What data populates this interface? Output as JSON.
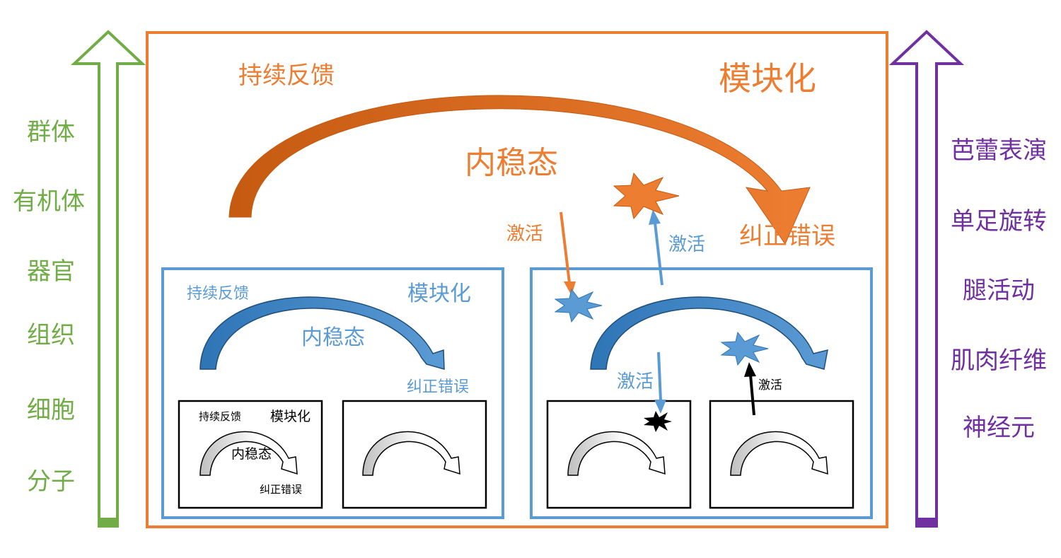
{
  "colors": {
    "orange": "#ed7d31",
    "blue": "#5b9bd5",
    "green": "#70ad47",
    "purple": "#7030a0",
    "black": "#000000"
  },
  "left_scale": {
    "items": [
      "群体",
      "有机体",
      "器官",
      "组织",
      "细胞",
      "分子"
    ]
  },
  "right_scale": {
    "items": [
      "芭蕾表演",
      "单足旋转",
      "腿活动",
      "肌肉纤维",
      "神经元"
    ]
  },
  "level1": {
    "feedback": "持续反馈",
    "modularity": "模块化",
    "homeostasis": "内稳态",
    "error_correction": "纠正错误"
  },
  "level2": {
    "feedback": "持续反馈",
    "modularity": "模块化",
    "homeostasis": "内稳态",
    "error_correction": "纠正错误"
  },
  "level3": {
    "feedback": "持续反馈",
    "modularity": "模块化",
    "homeostasis": "内稳态",
    "error_correction": "纠正错误"
  },
  "activation": {
    "down_orange": "激活",
    "up_blue": "激活",
    "down_blue": "激活",
    "up_black": "激活"
  }
}
